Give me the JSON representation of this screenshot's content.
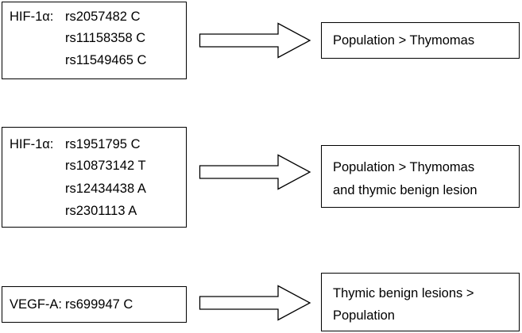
{
  "rows": [
    {
      "gene_label": "HIF-1α:",
      "snps": [
        "rs2057482 C",
        "rs11158358 C",
        "rs11549465 C"
      ],
      "result_lines": [
        "Population > Thymomas"
      ]
    },
    {
      "gene_label": "HIF-1α:",
      "snps": [
        "rs1951795 C",
        "rs10873142 T",
        "rs12434438 A",
        "rs2301113 A"
      ],
      "result_lines": [
        "Population > Thymomas",
        "and thymic benign lesion"
      ]
    },
    {
      "gene_label": "VEGF-A:",
      "snps": [
        "rs699947 C"
      ],
      "result_lines": [
        "Thymic benign lesions >",
        "Population"
      ]
    }
  ],
  "colors": {
    "stroke": "#000000",
    "background": "#ffffff"
  }
}
